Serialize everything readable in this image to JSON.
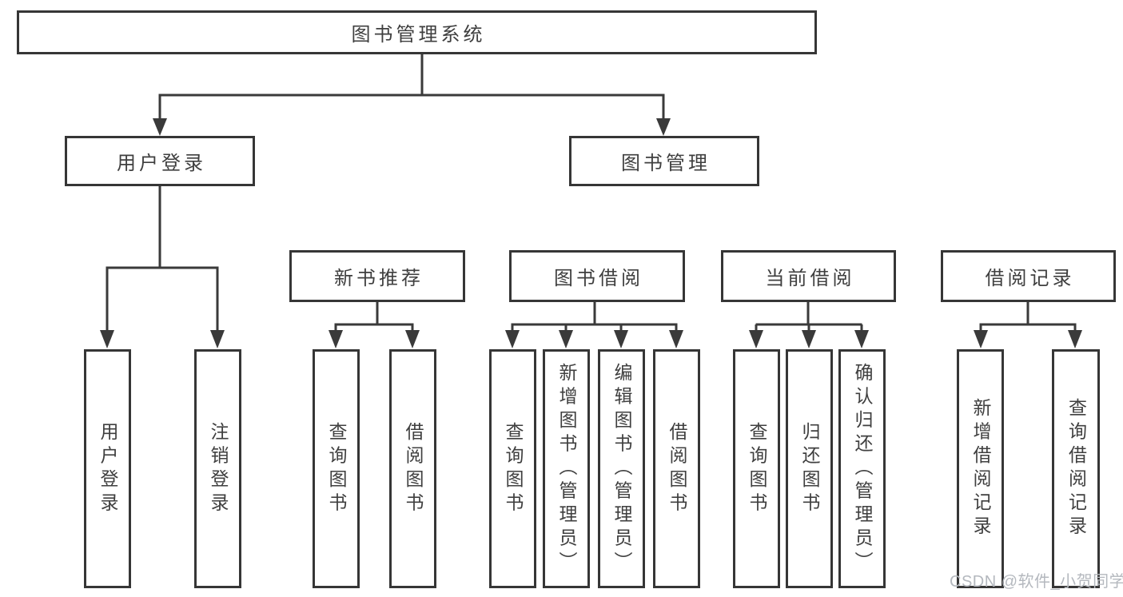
{
  "diagram": {
    "type": "tree",
    "title": "图书管理系统",
    "tree": {
      "label": "图书管理系统",
      "children": [
        {
          "label": "用户登录",
          "children": [
            {
              "label": "用户登录"
            },
            {
              "label": "注销登录"
            }
          ]
        },
        {
          "label": "图书管理",
          "children": [
            {
              "label": "新书推荐",
              "children": [
                {
                  "label": "查询图书"
                },
                {
                  "label": "借阅图书"
                }
              ]
            },
            {
              "label": "图书借阅",
              "children": [
                {
                  "label": "查询图书"
                },
                {
                  "label": "新增图书（管理员）"
                },
                {
                  "label": "编辑图书（管理员）"
                },
                {
                  "label": "借阅图书"
                }
              ]
            },
            {
              "label": "当前借阅",
              "children": [
                {
                  "label": "查询图书"
                },
                {
                  "label": "归还图书"
                },
                {
                  "label": "确认归还（管理员）"
                }
              ]
            },
            {
              "label": "借阅记录",
              "children": [
                {
                  "label": "新增借阅记录"
                },
                {
                  "label": "查询借阅记录"
                }
              ]
            }
          ]
        }
      ]
    }
  },
  "watermark": {
    "text": "CSDN @软件_小贺同学",
    "color": "#b4b8be"
  },
  "colors": {
    "background": "#ffffff",
    "line": "#3a3a3a",
    "box_border": "#363636",
    "text": "#3f3f3f"
  }
}
